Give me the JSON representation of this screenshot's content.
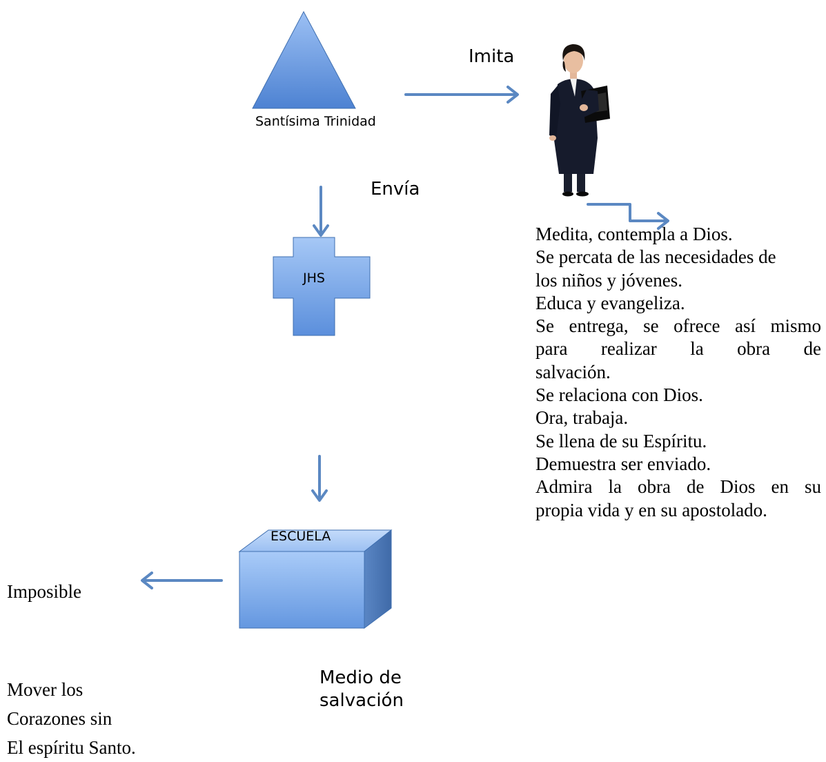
{
  "diagram": {
    "trinity_label": "Santísima Trinidad",
    "imita_label": "Imita",
    "envia_label": "Envía",
    "jhs_label": "JHS",
    "escuela_label": "ESCUELA",
    "imposible_label": "Imposible",
    "medio_lines": [
      "Medio de",
      "salvación"
    ],
    "description_lines": [
      "Medita, contempla a Dios.",
      "Se percata de las necesidades de",
      "los niños y jóvenes.",
      "Educa y evangeliza.",
      "Se entrega, se ofrece así mismo",
      "para realizar la obra de",
      "salvación.",
      "Se relaciona con Dios.",
      "Ora, trabaja.",
      "Se llena de su Espíritu.",
      "Demuestra ser enviado.",
      "Admira la obra de Dios en su",
      "propia vida y en su apostolado."
    ],
    "left_notes": [
      "Mover los",
      "Corazones sin",
      "El espíritu Santo."
    ]
  },
  "colors": {
    "shape_fill_light": "#8db6f0",
    "shape_fill_dark": "#4a7fd0",
    "shape_stroke": "#3f6fb0",
    "arrow": "#5b88c2"
  }
}
